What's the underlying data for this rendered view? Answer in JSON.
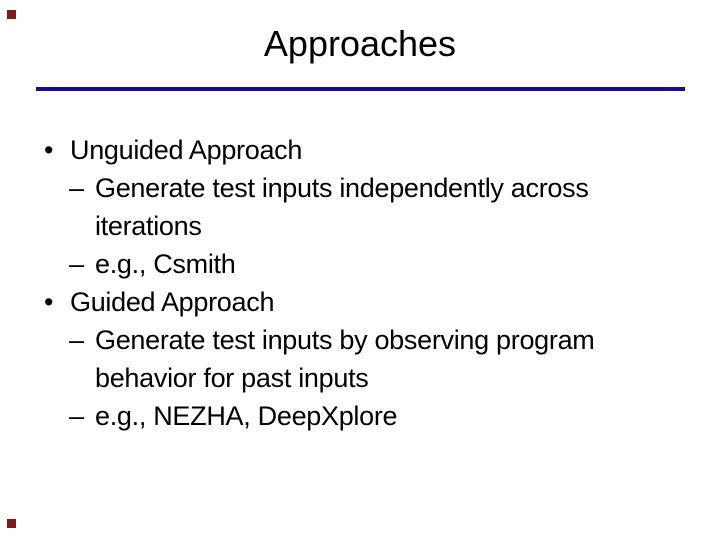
{
  "slide": {
    "title": "Approaches",
    "accent_line_color": "#120aa3",
    "corner_marker_color": "#7e1a1e",
    "text_color": "#000000",
    "background_color": "#ffffff",
    "bullets": [
      {
        "level": 1,
        "marker": "•",
        "text": "Unguided Approach"
      },
      {
        "level": 2,
        "marker": "–",
        "text": "Generate test inputs independently across iterations"
      },
      {
        "level": 2,
        "marker": "–",
        "text": "e.g., Csmith"
      },
      {
        "level": 1,
        "marker": "•",
        "text": "Guided Approach"
      },
      {
        "level": 2,
        "marker": "–",
        "text": "Generate test inputs by observing program behavior for past inputs"
      },
      {
        "level": 2,
        "marker": "–",
        "text": "e.g., NEZHA, DeepXplore"
      }
    ]
  }
}
